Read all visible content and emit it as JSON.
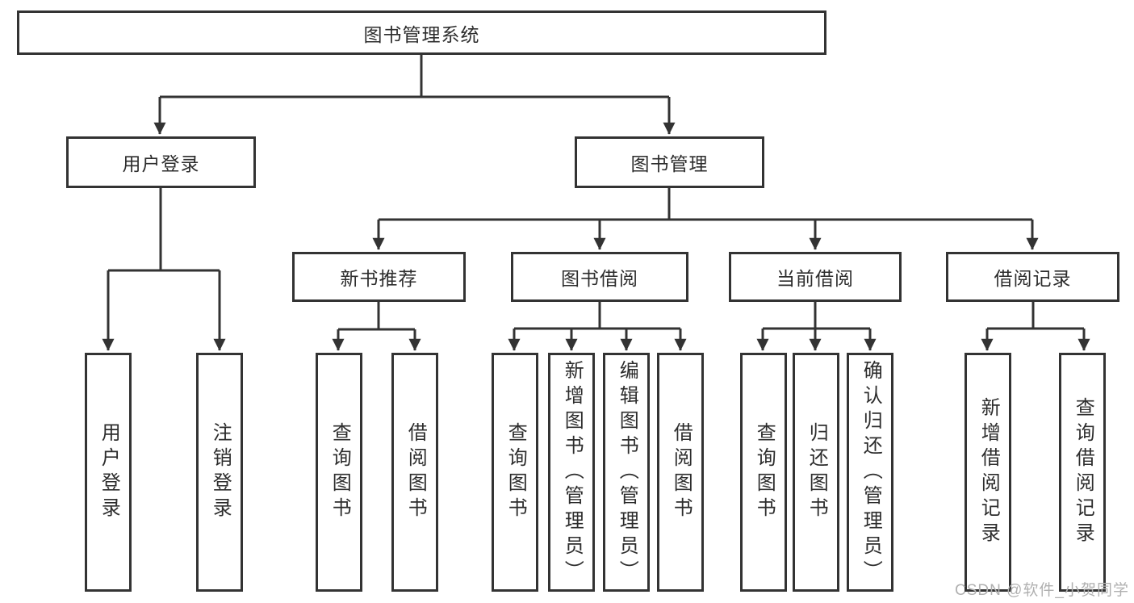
{
  "diagram": {
    "root": {
      "label": "图书管理系统"
    },
    "branches": [
      {
        "label": "用户登录",
        "leaves": [
          {
            "label": "用户登录"
          },
          {
            "label": "注销登录"
          }
        ]
      },
      {
        "label": "图书管理",
        "sections": [
          {
            "label": "新书推荐",
            "leaves": [
              {
                "label": "查询图书"
              },
              {
                "label": "借阅图书"
              }
            ]
          },
          {
            "label": "图书借阅",
            "leaves": [
              {
                "label": "查询图书"
              },
              {
                "label": "新增图书（管理员）"
              },
              {
                "label": "编辑图书（管理员）"
              },
              {
                "label": "借阅图书"
              }
            ]
          },
          {
            "label": "当前借阅",
            "leaves": [
              {
                "label": "查询图书"
              },
              {
                "label": "归还图书"
              },
              {
                "label": "确认归还（管理员）"
              }
            ]
          },
          {
            "label": "借阅记录",
            "leaves": [
              {
                "label": "新增借阅记录"
              },
              {
                "label": "查询借阅记录"
              }
            ]
          }
        ]
      }
    ]
  },
  "watermark": {
    "text": "CSDN @软件_小贺同学"
  },
  "colors": {
    "line": "#333333",
    "text": "#2d2d2d",
    "watermark": "#b0b0b0",
    "background": "#ffffff"
  }
}
